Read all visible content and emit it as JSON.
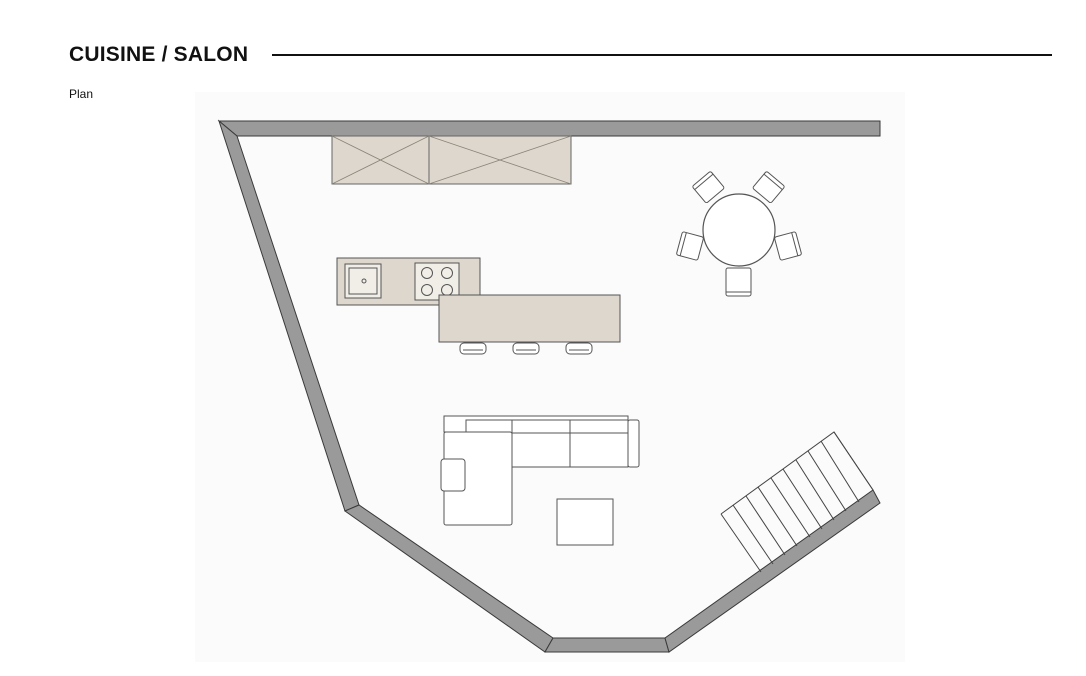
{
  "header": {
    "title": "CUISINE / SALON",
    "subtitle": "Plan"
  },
  "colors": {
    "wall_fill": "#9a9a9a",
    "wall_stroke": "#3a3a3a",
    "cabinet_fill": "#ddd7cd",
    "line": "#555555",
    "page_tint": "#fbfbfb"
  },
  "elements": [
    "exterior-wall",
    "kitchen-wall-cabinets",
    "kitchen-island",
    "kitchen-counter",
    "bar-stools",
    "round-dining-table",
    "dining-chairs",
    "sectional-sofa",
    "coffee-table",
    "staircase"
  ]
}
